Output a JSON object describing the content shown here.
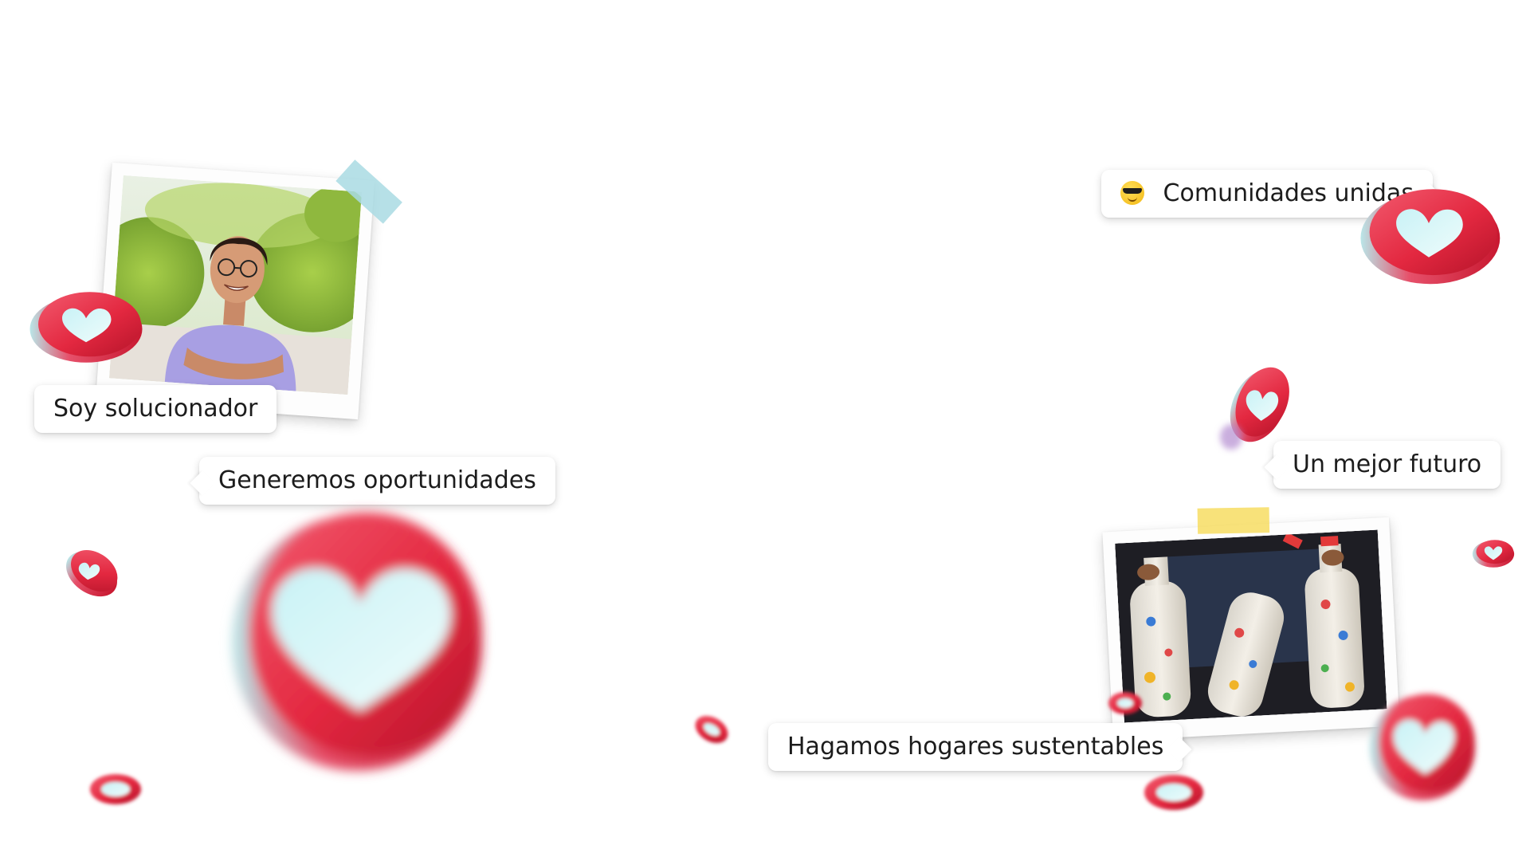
{
  "bubbles": {
    "soy_solucionador": "Soy solucionador",
    "generemos_oportunidades": "Generemos oportunidades",
    "comunidades_unidas": "Comunidades unidas",
    "un_mejor_futuro": "Un mejor futuro",
    "hagamos_hogares": "Hagamos hogares sustentables"
  },
  "icons": {
    "emoji": "smiling-face-with-sunglasses",
    "reaction": "heart-reaction"
  },
  "colors": {
    "heart_red": "#e8304a",
    "heart_fill": "#cdf3f0",
    "tape_blue": "#a9dbe3",
    "tape_yellow": "#f7dd63"
  }
}
